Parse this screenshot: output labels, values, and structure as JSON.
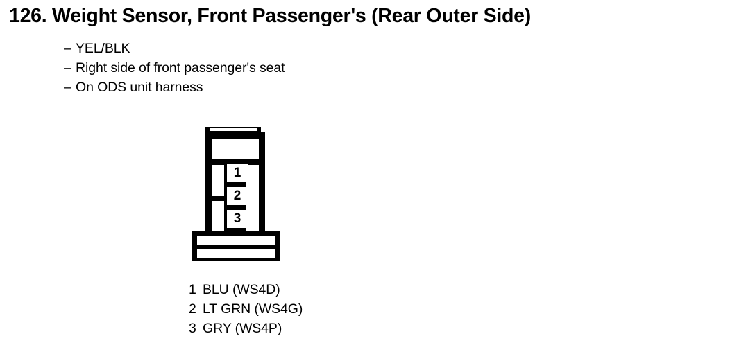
{
  "document": {
    "item_number": "126.",
    "title": "126. Weight Sensor, Front Passenger's (Rear Outer Side)",
    "notes": [
      {
        "dash": "–",
        "text": "YEL/BLK"
      },
      {
        "dash": "–",
        "text": "Right side of front passenger's seat"
      },
      {
        "dash": "–",
        "text": "On ODS unit harness"
      }
    ]
  },
  "connector": {
    "cavity_count": 3,
    "cavities": [
      {
        "number": "1"
      },
      {
        "number": "2"
      },
      {
        "number": "3"
      }
    ],
    "outline_color": "#000000",
    "fill_color": "#ffffff"
  },
  "pin_legend": [
    {
      "number": "1",
      "label": "BLU (WS4D)"
    },
    {
      "number": "2",
      "label": "LT GRN (WS4G)"
    },
    {
      "number": "3",
      "label": "GRY (WS4P)"
    }
  ]
}
